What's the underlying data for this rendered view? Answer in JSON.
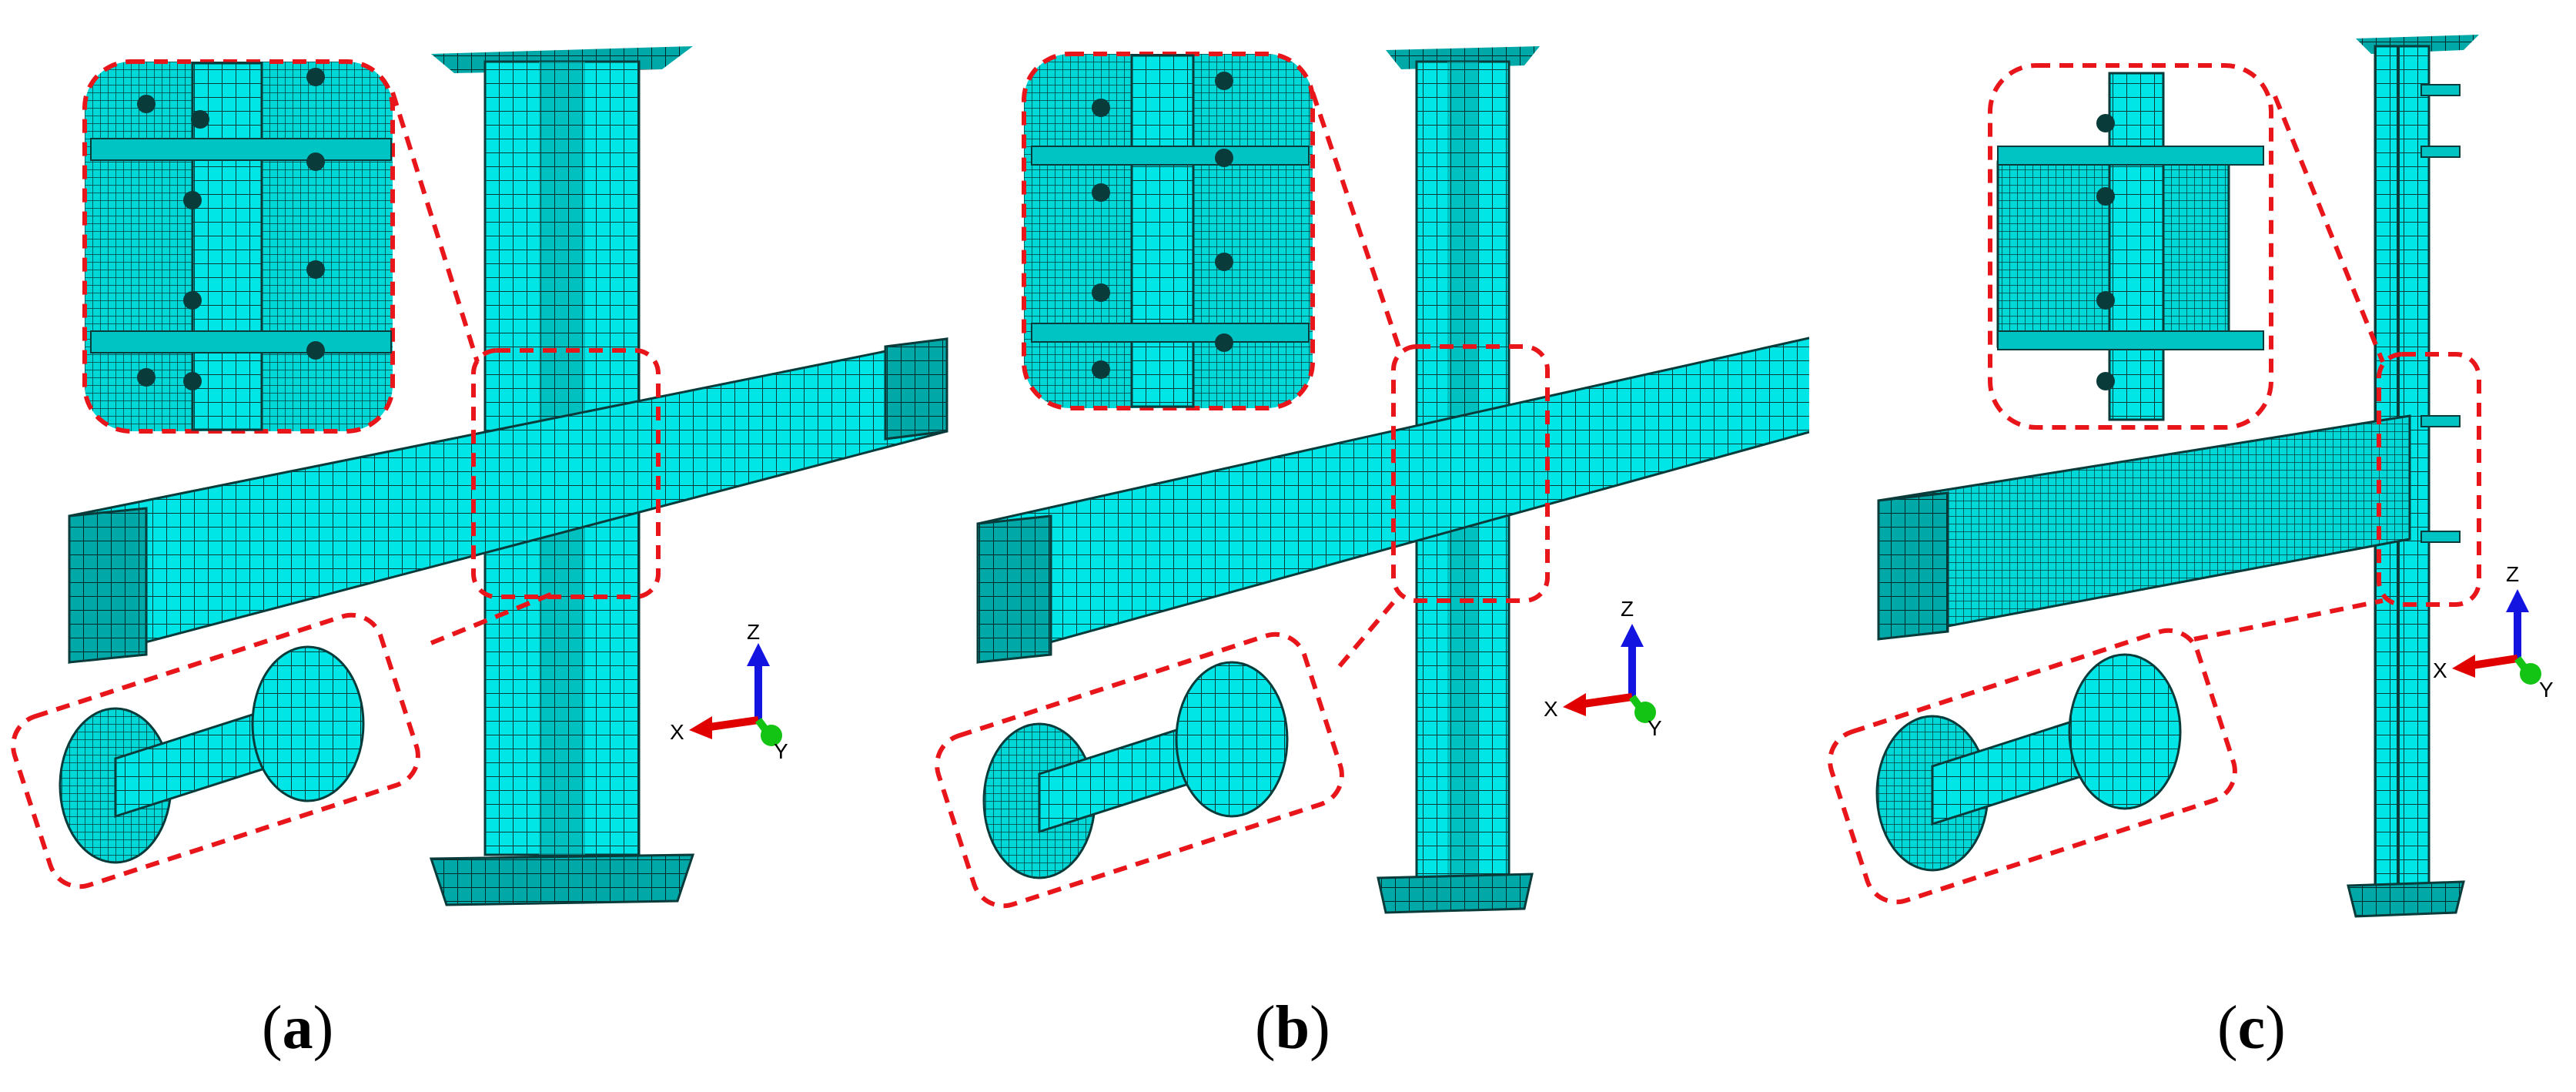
{
  "colors": {
    "mesh_fill": "#00e5e5",
    "mesh_dark": "#00b5b5",
    "mesh_line": "#0a3b3b",
    "callout": "#e8161b",
    "axis_x": "#e00000",
    "axis_y": "#14c414",
    "axis_z": "#1414e0"
  },
  "axis_labels": {
    "x": "X",
    "y": "Y",
    "z": "Z"
  },
  "panels": [
    {
      "id": "a",
      "caption_open": "(",
      "caption_letter": "a",
      "caption_close": ")"
    },
    {
      "id": "b",
      "caption_open": "(",
      "caption_letter": "b",
      "caption_close": ")"
    },
    {
      "id": "c",
      "caption_open": "(",
      "caption_letter": "c",
      "caption_close": ")"
    }
  ],
  "icons": [
    "bolt-detail-icon",
    "joint-detail-icon",
    "triad-axis-icon"
  ]
}
